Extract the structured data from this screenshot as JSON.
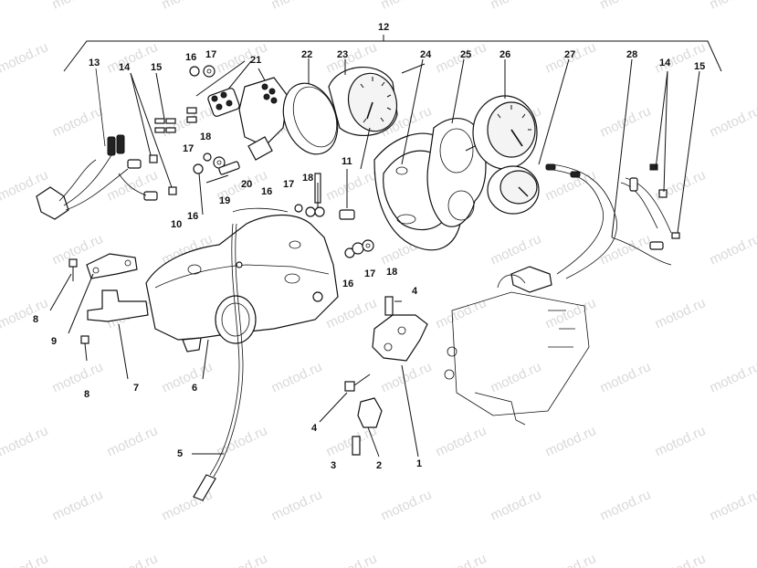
{
  "watermark": "motod.ru",
  "callouts": [
    "1",
    "2",
    "3",
    "4",
    "4",
    "5",
    "6",
    "7",
    "8",
    "8",
    "9",
    "10",
    "11",
    "12",
    "13",
    "14",
    "14",
    "15",
    "15",
    "16",
    "16",
    "16",
    "16",
    "17",
    "17",
    "17",
    "17",
    "18",
    "18",
    "18",
    "19",
    "20",
    "21",
    "22",
    "23",
    "24",
    "25",
    "26",
    "27",
    "28"
  ],
  "colors": {
    "line": "#111111",
    "background": "#ffffff",
    "watermark": "#d9d9d9"
  }
}
